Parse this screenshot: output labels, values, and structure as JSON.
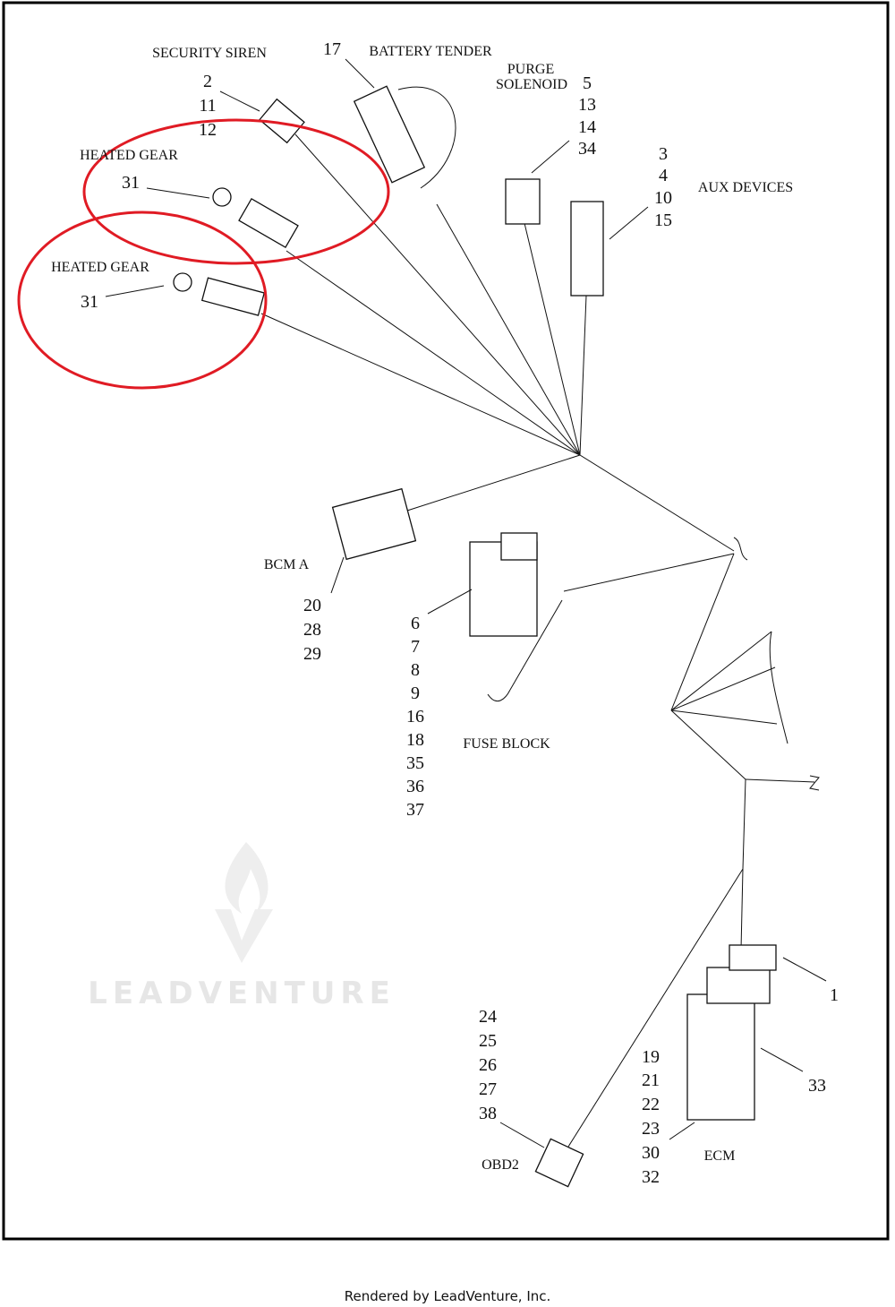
{
  "diagram": {
    "security_siren": {
      "label": "SECURITY SIREN",
      "numbers": [
        "2",
        "11",
        "12"
      ]
    },
    "battery_tender": {
      "label": "BATTERY TENDER",
      "numbers": [
        "17"
      ]
    },
    "purge_solenoid": {
      "label_line1": "PURGE",
      "label_line2": "SOLENOID",
      "numbers": [
        "5",
        "13",
        "14",
        "34"
      ]
    },
    "aux_devices": {
      "label": "AUX DEVICES",
      "numbers": [
        "3",
        "4",
        "10",
        "15"
      ]
    },
    "heated_gear_1": {
      "label": "HEATED GEAR",
      "numbers": [
        "31"
      ]
    },
    "heated_gear_2": {
      "label": "HEATED GEAR",
      "numbers": [
        "31"
      ]
    },
    "bcm_a": {
      "label": "BCM A",
      "numbers": [
        "20",
        "28",
        "29"
      ]
    },
    "fuse_block": {
      "label": "FUSE BLOCK",
      "numbers": [
        "6",
        "7",
        "8",
        "9",
        "16",
        "18",
        "35",
        "36",
        "37"
      ]
    },
    "ecm": {
      "label": "ECM",
      "numbers": [
        "1",
        "33",
        "19",
        "21",
        "22",
        "23",
        "30",
        "32"
      ]
    },
    "obd2": {
      "label": "OBD2",
      "numbers": [
        "24",
        "25",
        "26",
        "27",
        "38"
      ]
    },
    "highlight_color": "#e01b24"
  },
  "watermark": "LEADVENTURE",
  "footer": "Rendered by LeadVenture, Inc."
}
